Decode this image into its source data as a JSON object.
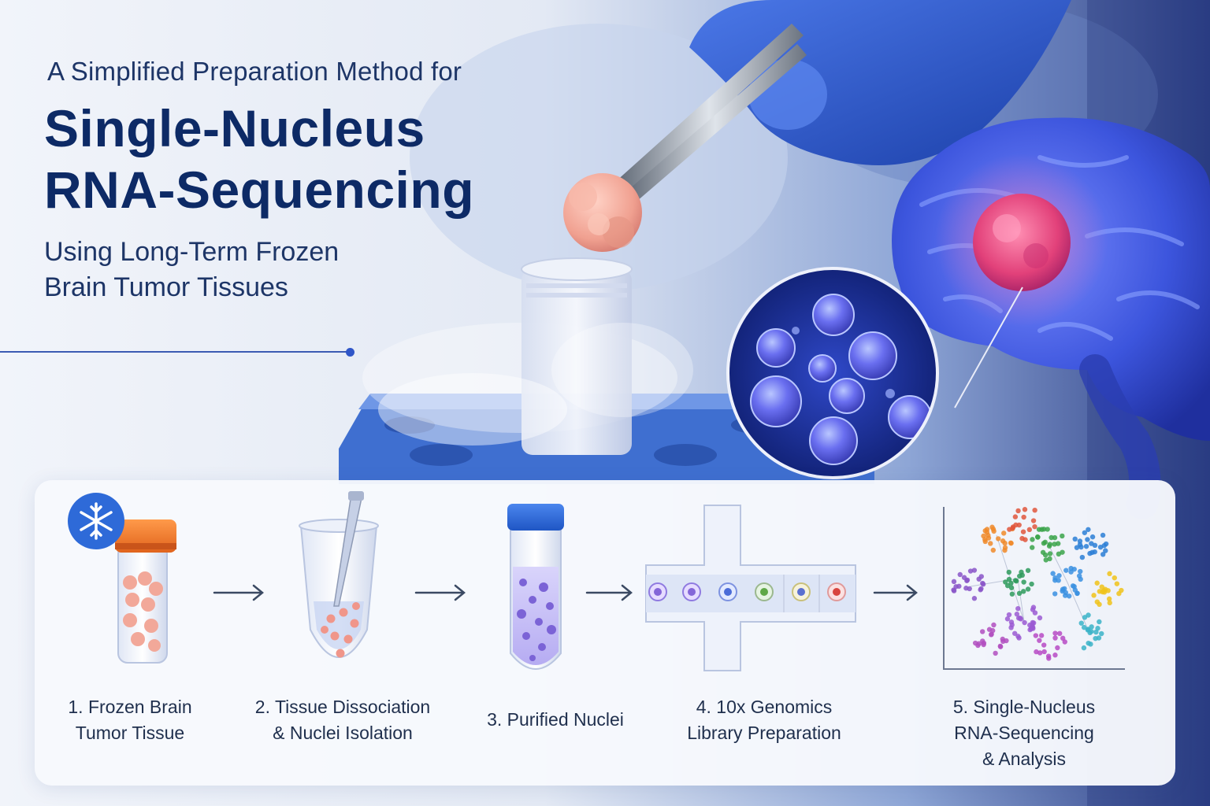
{
  "header": {
    "pre_title": "A Simplified Preparation Method for",
    "title_line1": "Single-Nucleus",
    "title_line2": "RNA-Sequencing",
    "subtitle_line1": "Using Long-Term Frozen",
    "subtitle_line2": "Brain Tumor Tissues"
  },
  "steps": [
    {
      "line1": "1. Frozen Brain",
      "line2": "Tumor Tissue",
      "icon": "frozen-vial-icon"
    },
    {
      "line1": "2. Tissue Dissociation",
      "line2": "& Nuclei Isolation",
      "icon": "tube-pipette-icon"
    },
    {
      "line1": "3. Purified Nuclei",
      "icon": "nuclei-tube-icon"
    },
    {
      "line1": "4. 10x Genomics",
      "line2": "Library Preparation",
      "icon": "microfluidic-chip-icon"
    },
    {
      "line1": "5. Single-Nucleus",
      "line2": "RNA-Sequencing",
      "line3": "& Analysis",
      "icon": "cluster-plot-icon"
    }
  ],
  "colors": {
    "title": "#0d2a66",
    "accent": "#2f56c8",
    "cap_orange": "#f07a2a",
    "cap_blue": "#2e6ad8",
    "tumor": "#e8457a",
    "brain": "#3f5fe0"
  }
}
